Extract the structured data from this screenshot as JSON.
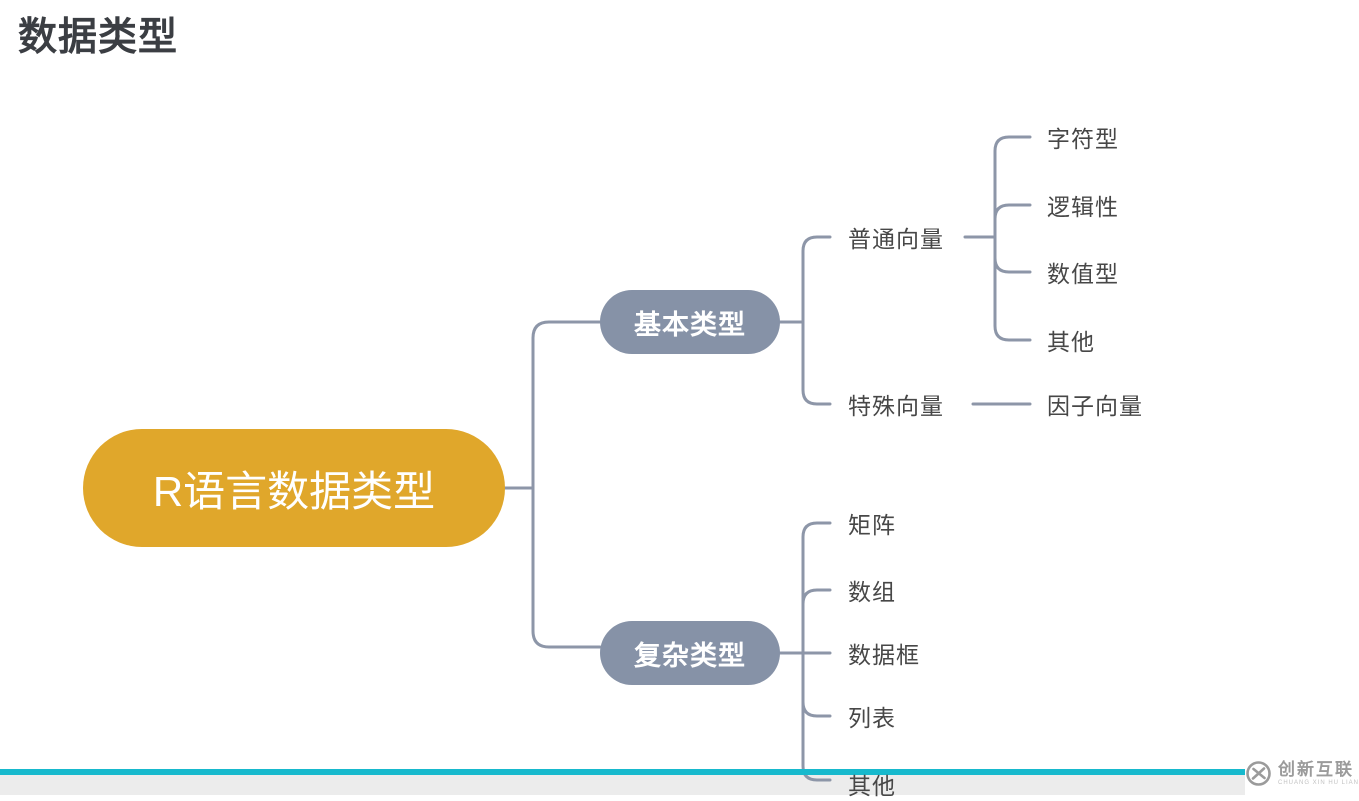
{
  "page": {
    "title": "数据类型"
  },
  "mindmap": {
    "root": {
      "label": "R语言数据类型"
    },
    "branches": [
      {
        "label": "基本类型",
        "children": [
          {
            "label": "普通向量",
            "children": [
              {
                "label": "字符型"
              },
              {
                "label": "逻辑性"
              },
              {
                "label": "数值型"
              },
              {
                "label": "其他"
              }
            ]
          },
          {
            "label": "特殊向量",
            "children": [
              {
                "label": "因子向量"
              }
            ]
          }
        ]
      },
      {
        "label": "复杂类型",
        "children": [
          {
            "label": "矩阵"
          },
          {
            "label": "数组"
          },
          {
            "label": "数据框"
          },
          {
            "label": "列表"
          },
          {
            "label": "其他"
          }
        ]
      }
    ]
  },
  "watermark": {
    "brand": "创新互联",
    "subtext": "CHUANG XIN HU LIAN"
  },
  "colors": {
    "gold": "#E0A72B",
    "pill": "#8692A7",
    "line": "#8D96A8",
    "cyan": "#17B9CD",
    "leaf-text": "#474747",
    "title-text": "#3B3E43",
    "footer-gray": "#ECECEC",
    "logo-gray": "#9B9B9B"
  }
}
